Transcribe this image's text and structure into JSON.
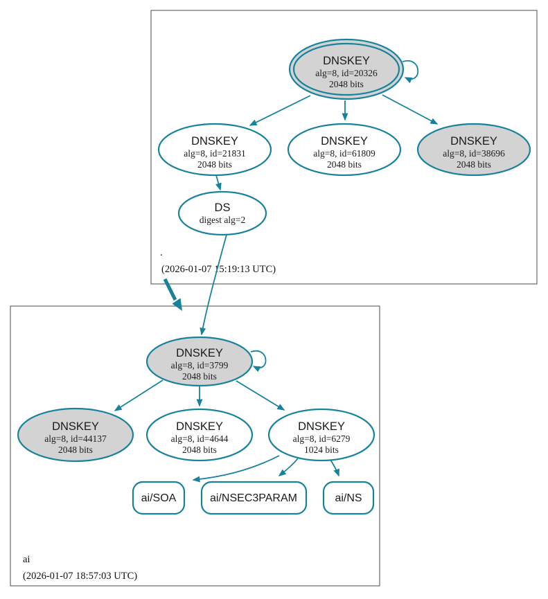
{
  "diagram": {
    "type": "dnssec-authentication-chain",
    "colors": {
      "accent": "#17829b",
      "ksk_fill": "#d3d3d3",
      "node_fill": "#ffffff",
      "cluster_border": "#4a4a4a",
      "text": "#1a1a1a"
    },
    "clusters": {
      "root": {
        "label": ".",
        "timestamp": "(2026-01-07 15:19:13 UTC)"
      },
      "ai": {
        "label": "ai",
        "timestamp": "(2026-01-07 18:57:03 UTC)"
      }
    },
    "nodes": {
      "root_ksk_20326": {
        "title": "DNSKEY",
        "line1": "alg=8, id=20326",
        "line2": "2048 bits",
        "style": "ksk-sep-double-border"
      },
      "root_key_21831": {
        "title": "DNSKEY",
        "line1": "alg=8, id=21831",
        "line2": "2048 bits",
        "style": "zsk"
      },
      "root_key_61809": {
        "title": "DNSKEY",
        "line1": "alg=8, id=61809",
        "line2": "2048 bits",
        "style": "zsk"
      },
      "root_key_38696": {
        "title": "DNSKEY",
        "line1": "alg=8, id=38696",
        "line2": "2048 bits",
        "style": "ksk"
      },
      "root_ds": {
        "title": "DS",
        "line1": "digest alg=2",
        "style": "ds"
      },
      "ai_ksk_3799": {
        "title": "DNSKEY",
        "line1": "alg=8, id=3799",
        "line2": "2048 bits",
        "style": "ksk"
      },
      "ai_key_44137": {
        "title": "DNSKEY",
        "line1": "alg=8, id=44137",
        "line2": "2048 bits",
        "style": "ksk"
      },
      "ai_key_4644": {
        "title": "DNSKEY",
        "line1": "alg=8, id=4644",
        "line2": "2048 bits",
        "style": "zsk"
      },
      "ai_key_6279": {
        "title": "DNSKEY",
        "line1": "alg=8, id=6279",
        "line2": "1024 bits",
        "style": "zsk"
      },
      "rrset_soa": {
        "label": "ai/SOA"
      },
      "rrset_nsec3param": {
        "label": "ai/NSEC3PARAM"
      },
      "rrset_ns": {
        "label": "ai/NS"
      }
    }
  }
}
